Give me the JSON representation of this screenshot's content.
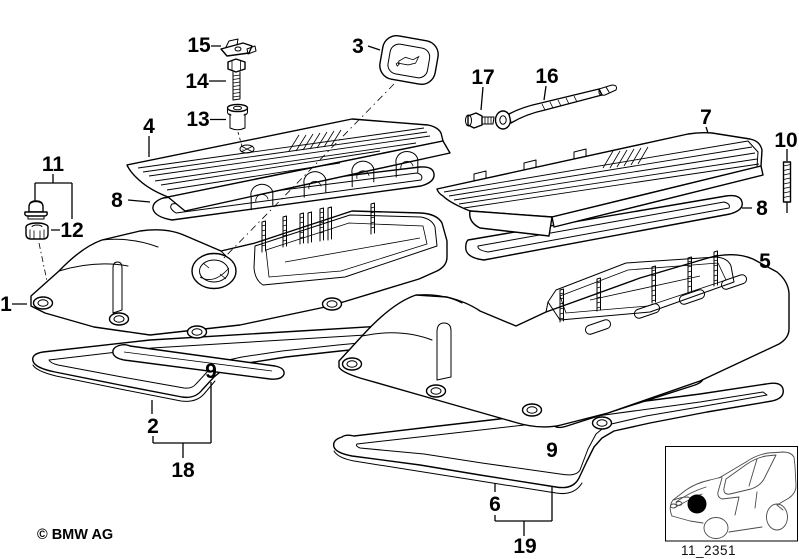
{
  "callouts": [
    {
      "num": "15"
    },
    {
      "num": "14"
    },
    {
      "num": "13"
    },
    {
      "num": "3"
    },
    {
      "num": "4"
    },
    {
      "num": "17"
    },
    {
      "num": "16"
    },
    {
      "num": "7"
    },
    {
      "num": "10"
    },
    {
      "num": "11"
    },
    {
      "num": "8"
    },
    {
      "num": "12"
    },
    {
      "num": "8"
    },
    {
      "num": "5"
    },
    {
      "num": "1"
    },
    {
      "num": "9"
    },
    {
      "num": "2"
    },
    {
      "num": "18"
    },
    {
      "num": "9"
    },
    {
      "num": "6"
    },
    {
      "num": "19"
    }
  ],
  "footer": {
    "copyright": "© BMW AG"
  },
  "thumbnail": {
    "code": "11_2351"
  },
  "colors": {
    "line": "#000000",
    "background": "#ffffff",
    "marker": "#000000",
    "car_line": "#4a4a4a"
  }
}
